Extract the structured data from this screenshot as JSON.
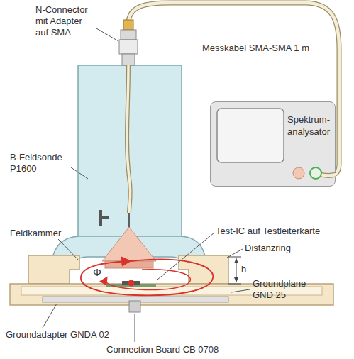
{
  "diagram": {
    "nodes": [
      {
        "text": [
          "Spektrum- analysator"
        ]
      }
    ],
    "labels": [
      "N-Connector mit Adapter auf SMA",
      "Messkabel SMA-SMA 1 m",
      "B-Feldsonde P1600",
      "Feldkammer",
      "Φ",
      "Test-IC auf Testleiterkarte",
      "Distanzring",
      "h",
      "Groundplane GND 25",
      "Groundadapter GNDA 02",
      "Connection Board CB 0708"
    ]
  }
}
